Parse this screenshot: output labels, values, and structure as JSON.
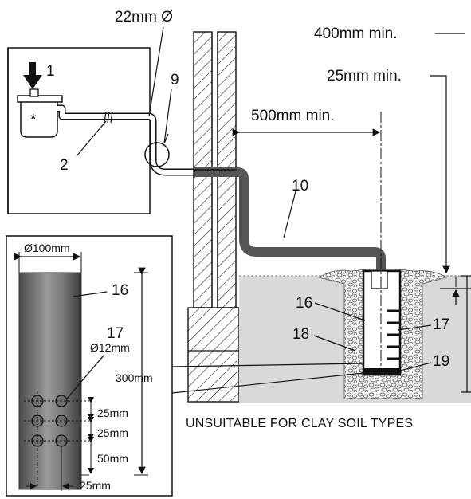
{
  "diagram": {
    "labels": {
      "pipe_diameter": "22mm Ø",
      "min_400": "400mm min.",
      "min_25": "25mm min.",
      "min_500": "500mm min.",
      "arrow_num": "1",
      "asterisk": "*",
      "item_2": "2",
      "item_9": "9",
      "item_10": "10",
      "item_16": "16",
      "item_17": "17",
      "item_18": "18",
      "item_19": "19"
    },
    "detail": {
      "tube_diameter": "Ø100mm",
      "item_16": "16",
      "item_17": "17",
      "hole_diameter": "Ø12mm",
      "height": "300mm",
      "spacing_1": "25mm",
      "spacing_2": "25mm",
      "spacing_3": "50mm",
      "offset": "25mm"
    },
    "caption": "UNSUITABLE FOR CLAY SOIL TYPES"
  }
}
